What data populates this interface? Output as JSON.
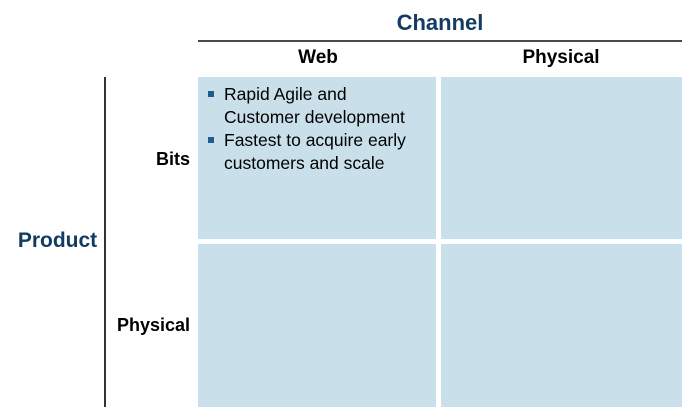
{
  "channel": {
    "title": "Channel",
    "columns": [
      "Web",
      "Physical"
    ]
  },
  "product": {
    "title": "Product",
    "rows": [
      "Bits",
      "Physical"
    ]
  },
  "cells": {
    "bits_web": {
      "bullets": [
        "Rapid Agile and Customer development",
        "Fastest to acquire early customers and scale"
      ]
    },
    "bits_physical": {
      "bullets": []
    },
    "physical_web": {
      "bullets": []
    },
    "physical_physical": {
      "bullets": []
    }
  },
  "colors": {
    "title": "#143c63",
    "cell_fill": "#c9e0ea",
    "bullet": "#1f5b8f"
  }
}
